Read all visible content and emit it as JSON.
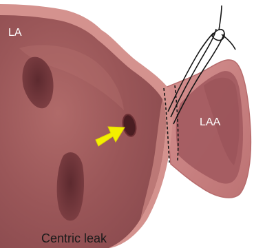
{
  "labels": {
    "left_atrium": "LA",
    "appendage": "LAA",
    "caption": "Centric leak"
  },
  "colors": {
    "la_fill": "#9d5a5b",
    "la_highlight": "#c07e7b",
    "la_rim": "#d79690",
    "la_rim_dark": "#b46c6b",
    "depression": "#6e3237",
    "leak_hole": "#4d1f24",
    "laa_outer": "#c98583",
    "laa_inner": "#a55e62",
    "arrow": "#f4f000",
    "suture": "#141414",
    "label_text": "#ffffff",
    "caption_text": "#1a1a1a"
  }
}
